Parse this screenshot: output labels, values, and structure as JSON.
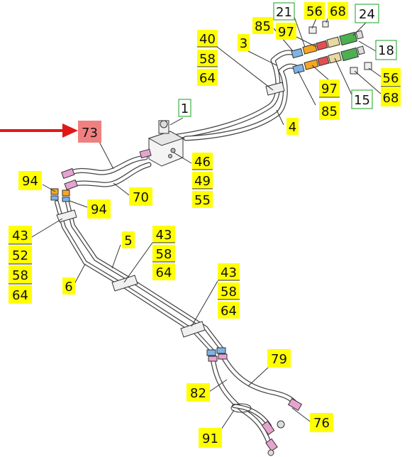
{
  "labels": {
    "l1": "1",
    "l3": "3",
    "l4": "4",
    "l5": "5",
    "l6": "6",
    "l15": "15",
    "l18": "18",
    "l21": "21",
    "l24": "24",
    "l40": "40",
    "l58a": "58",
    "l64a": "64",
    "l85a": "85",
    "l97a": "97",
    "l56a": "56",
    "l68a": "68",
    "l97b": "97",
    "l85b": "85",
    "l56b": "56",
    "l68b": "68",
    "l73": "73",
    "l46": "46",
    "l49": "49",
    "l55": "55",
    "l70": "70",
    "l94a": "94",
    "l94b": "94",
    "l43a": "43",
    "l52": "52",
    "l58b": "58",
    "l64b": "64",
    "l43b": "43",
    "l58c": "58",
    "l64c": "64",
    "l43c": "43",
    "l58d": "58",
    "l64d": "64",
    "l79": "79",
    "l82": "82",
    "l76": "76",
    "l91": "91"
  },
  "colors": {
    "label_fill": "#ffff00",
    "label_green_border": "#3cb043",
    "highlight_fill": "#f08080",
    "arrow": "#e01818",
    "line": "#333333"
  },
  "icons": {
    "pointer": "red-arrow-icon"
  }
}
